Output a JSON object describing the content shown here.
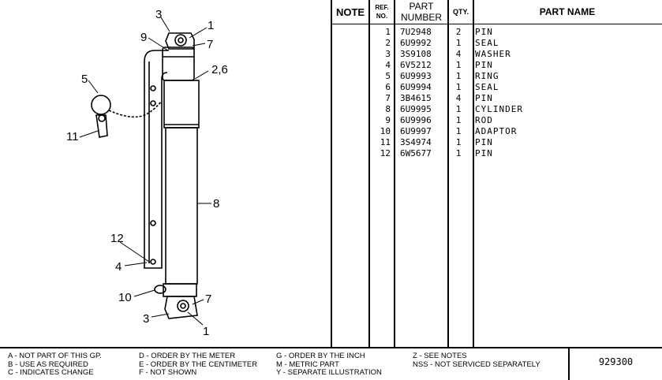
{
  "diagram": {
    "callouts": {
      "c3_top": "3",
      "c1_top": "1",
      "c9": "9",
      "c7_top": "7",
      "c26": "2,6",
      "c5": "5",
      "c11": "11",
      "c8": "8",
      "c12": "12",
      "c4": "4",
      "c10": "10",
      "c7_bot": "7",
      "c3_bot": "3",
      "c1_bot": "1"
    }
  },
  "table": {
    "headers": {
      "note": "NOTE",
      "ref_line1": "REF.",
      "ref_line2": "NO.",
      "part_line1": "PART",
      "part_line2": "NUMBER",
      "qty": "QTY.",
      "name": "PART NAME"
    },
    "rows": [
      {
        "ref": "1",
        "part": "7U2948",
        "qty": "2",
        "name": "PIN"
      },
      {
        "ref": "2",
        "part": "6U9992",
        "qty": "1",
        "name": "SEAL"
      },
      {
        "ref": "3",
        "part": "3S9108",
        "qty": "4",
        "name": "WASHER"
      },
      {
        "ref": "4",
        "part": "6V5212",
        "qty": "1",
        "name": "PIN"
      },
      {
        "ref": "5",
        "part": "6U9993",
        "qty": "1",
        "name": "RING"
      },
      {
        "ref": "6",
        "part": "6U9994",
        "qty": "1",
        "name": "SEAL"
      },
      {
        "ref": "7",
        "part": "3B4615",
        "qty": "4",
        "name": "PIN"
      },
      {
        "ref": "8",
        "part": "6U9995",
        "qty": "1",
        "name": "CYLINDER"
      },
      {
        "ref": "9",
        "part": "6U9996",
        "qty": "1",
        "name": "ROD"
      },
      {
        "ref": "10",
        "part": "6U9997",
        "qty": "1",
        "name": "ADAPTOR"
      },
      {
        "ref": "11",
        "part": "3S4974",
        "qty": "1",
        "name": "PIN"
      },
      {
        "ref": "12",
        "part": "6W5677",
        "qty": "1",
        "name": "PIN"
      }
    ]
  },
  "footer": {
    "legend": {
      "a": "A - NOT PART OF THIS GP.",
      "b": "B - USE AS REQUIRED",
      "c": "C - INDICATES CHANGE",
      "d": "D - ORDER BY THE METER",
      "e": "E - ORDER BY THE CENTIMETER",
      "f": "F - NOT SHOWN",
      "g": "G - ORDER BY THE INCH",
      "m": "M - METRIC PART",
      "y": "Y - SEPARATE ILLUSTRATION",
      "z": "Z - SEE NOTES",
      "nss": "NSS - NOT SERVICED SEPARATELY"
    },
    "page_code": "929300"
  }
}
